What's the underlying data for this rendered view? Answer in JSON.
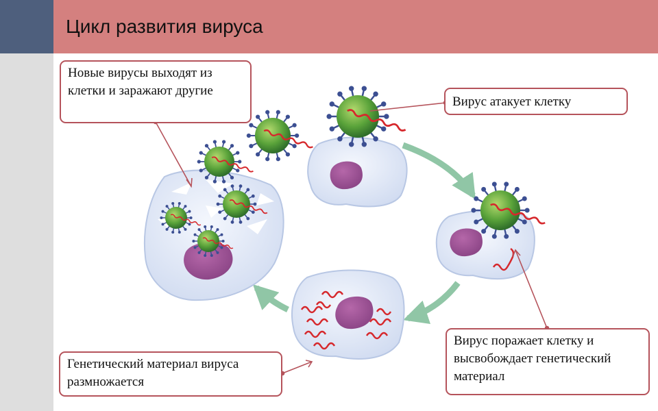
{
  "title": "Цикл развития вируса",
  "callouts": {
    "release": "Новые вирусы выходят из клетки и заражают другие",
    "attack": "Вирус атакует клетку",
    "infect": "Вирус поражает клетку и высвобождает генетический материал",
    "replicate": "Генетический материал вируса размножается"
  },
  "colors": {
    "header": "#d4807f",
    "corner": "#4e5f7d",
    "sidebar": "#dedede",
    "callout_border": "#b5535b",
    "cell": "#dde6f5",
    "nucleus": "#9a4f93",
    "virus": "#4f9a35",
    "spike": "#3c4f92",
    "rna": "#d6282c",
    "arrow": "#90c6a6"
  },
  "icons": [
    "virus-icon",
    "cell-icon",
    "nucleus-icon",
    "rna-strand-icon",
    "cycle-arrow-icon"
  ]
}
